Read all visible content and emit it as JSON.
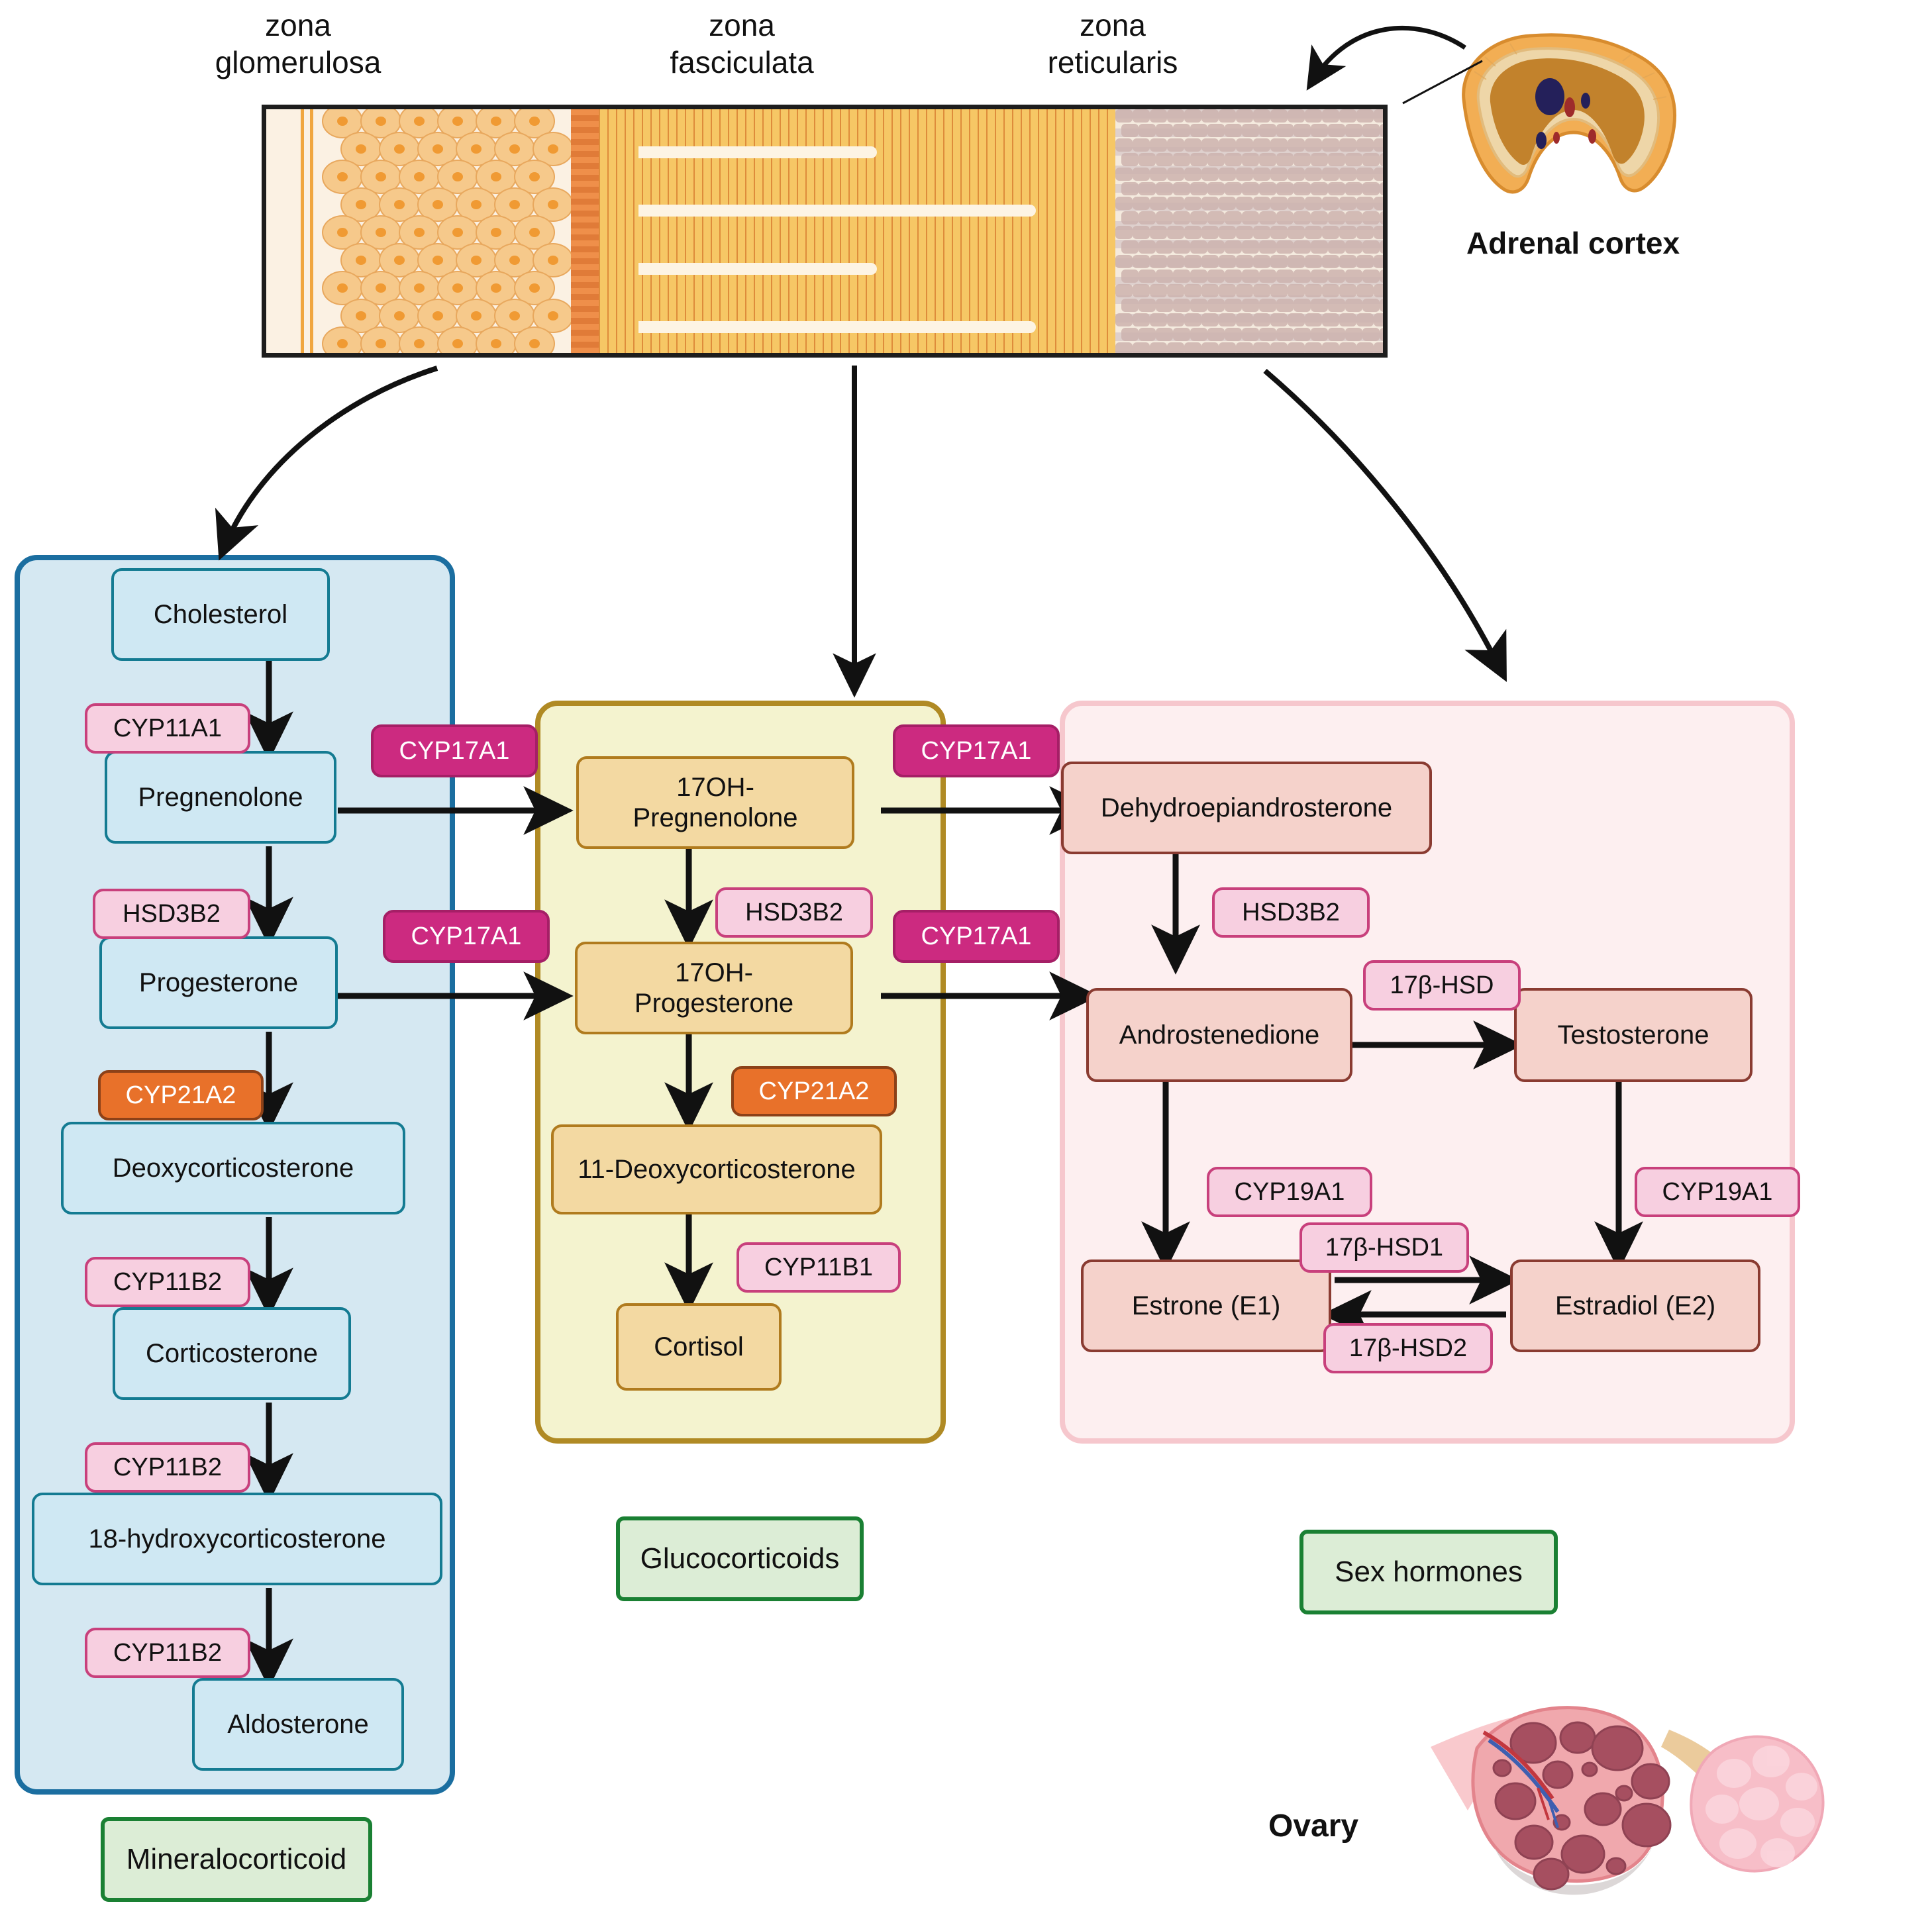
{
  "zones": [
    {
      "id": "zona-glomerulosa",
      "label": "zona\nglomerulosa"
    },
    {
      "id": "zona-fasciculata",
      "label": "zona\nfasciculata"
    },
    {
      "id": "zona-reticularis",
      "label": "zona\nreticularis"
    }
  ],
  "organs": {
    "adrenal_caption": "Adrenal cortex",
    "ovary_caption": "Ovary"
  },
  "pathways": {
    "mineralocorticoid": {
      "category_label": "Mineralocorticoid",
      "nodes": [
        {
          "id": "cholesterol",
          "label": "Cholesterol"
        },
        {
          "id": "pregnenolone",
          "label": "Pregnenolone"
        },
        {
          "id": "progesterone",
          "label": "Progesterone"
        },
        {
          "id": "deoxycorticosterone",
          "label": "Deoxycorticosterone"
        },
        {
          "id": "corticosterone",
          "label": "Corticosterone"
        },
        {
          "id": "18-hydroxycorticosterone",
          "label": "18-hydroxycorticosterone"
        },
        {
          "id": "aldosterone",
          "label": "Aldosterone"
        }
      ],
      "enzymes": [
        {
          "id": "cyp11a1",
          "label": "CYP11A1",
          "style": "light"
        },
        {
          "id": "hsd3b2-mineralo",
          "label": "HSD3B2",
          "style": "light"
        },
        {
          "id": "cyp21a2-mineralo",
          "label": "CYP21A2",
          "style": "orange"
        },
        {
          "id": "cyp11b2-a",
          "label": "CYP11B2",
          "style": "light"
        },
        {
          "id": "cyp11b2-b",
          "label": "CYP11B2",
          "style": "light"
        },
        {
          "id": "cyp11b2-c",
          "label": "CYP11B2",
          "style": "light"
        }
      ]
    },
    "glucocorticoid": {
      "category_label": "Glucocorticoids",
      "nodes": [
        {
          "id": "17oh-pregnenolone",
          "label": "17OH-\nPregnenolone"
        },
        {
          "id": "17oh-progesterone",
          "label": "17OH-\nProgesterone"
        },
        {
          "id": "11-deoxycorticosterone",
          "label": "11-Deoxycorticosterone"
        },
        {
          "id": "cortisol",
          "label": "Cortisol"
        }
      ],
      "enzymes": [
        {
          "id": "hsd3b2-gluco",
          "label": "HSD3B2",
          "style": "light"
        },
        {
          "id": "cyp21a2-gluco",
          "label": "CYP21A2",
          "style": "orange"
        },
        {
          "id": "cyp11b1",
          "label": "CYP11B1",
          "style": "light"
        }
      ]
    },
    "sex_hormones": {
      "category_label": "Sex hormones",
      "nodes": [
        {
          "id": "dhea",
          "label": "Dehydroepiandrosterone"
        },
        {
          "id": "androstenedione",
          "label": "Androstenedione"
        },
        {
          "id": "testosterone",
          "label": "Testosterone"
        },
        {
          "id": "estrone",
          "label": "Estrone (E1)"
        },
        {
          "id": "estradiol",
          "label": "Estradiol (E2)"
        }
      ],
      "enzymes": [
        {
          "id": "hsd3b2-sex",
          "label": "HSD3B2",
          "style": "light"
        },
        {
          "id": "17b-hsd",
          "label": "17β-HSD",
          "style": "light"
        },
        {
          "id": "cyp19a1-left",
          "label": "CYP19A1",
          "style": "light"
        },
        {
          "id": "cyp19a1-right",
          "label": "CYP19A1",
          "style": "light"
        },
        {
          "id": "17b-hsd1",
          "label": "17β-HSD1",
          "style": "light"
        },
        {
          "id": "17b-hsd2",
          "label": "17β-HSD2",
          "style": "light"
        }
      ]
    },
    "cross_enzymes": [
      {
        "id": "cyp17a1-preg-to-17ohpreg",
        "label": "CYP17A1"
      },
      {
        "id": "cyp17a1-prog-to-17ohprog",
        "label": "CYP17A1"
      },
      {
        "id": "cyp17a1-17ohpreg-to-dhea",
        "label": "CYP17A1"
      },
      {
        "id": "cyp17a1-17ohprog-to-androstenedione",
        "label": "CYP17A1"
      }
    ]
  },
  "colors": {
    "mineralocorticoid_fill": "#d5e8f2",
    "mineralocorticoid_border": "#1b6ea0",
    "glucocorticoid_fill": "#f4f3cf",
    "glucocorticoid_border": "#b08a24",
    "sex_hormone_fill": "#fdeff0",
    "sex_hormone_border": "#f6c7cd",
    "enzyme_light_fill": "#f7cfe0",
    "enzyme_light_border": "#c8407c",
    "enzyme_solid_fill": "#cc2a80",
    "enzyme_orange_fill": "#e8712a",
    "category_fill": "#dcedd6",
    "category_border": "#1a8033"
  }
}
